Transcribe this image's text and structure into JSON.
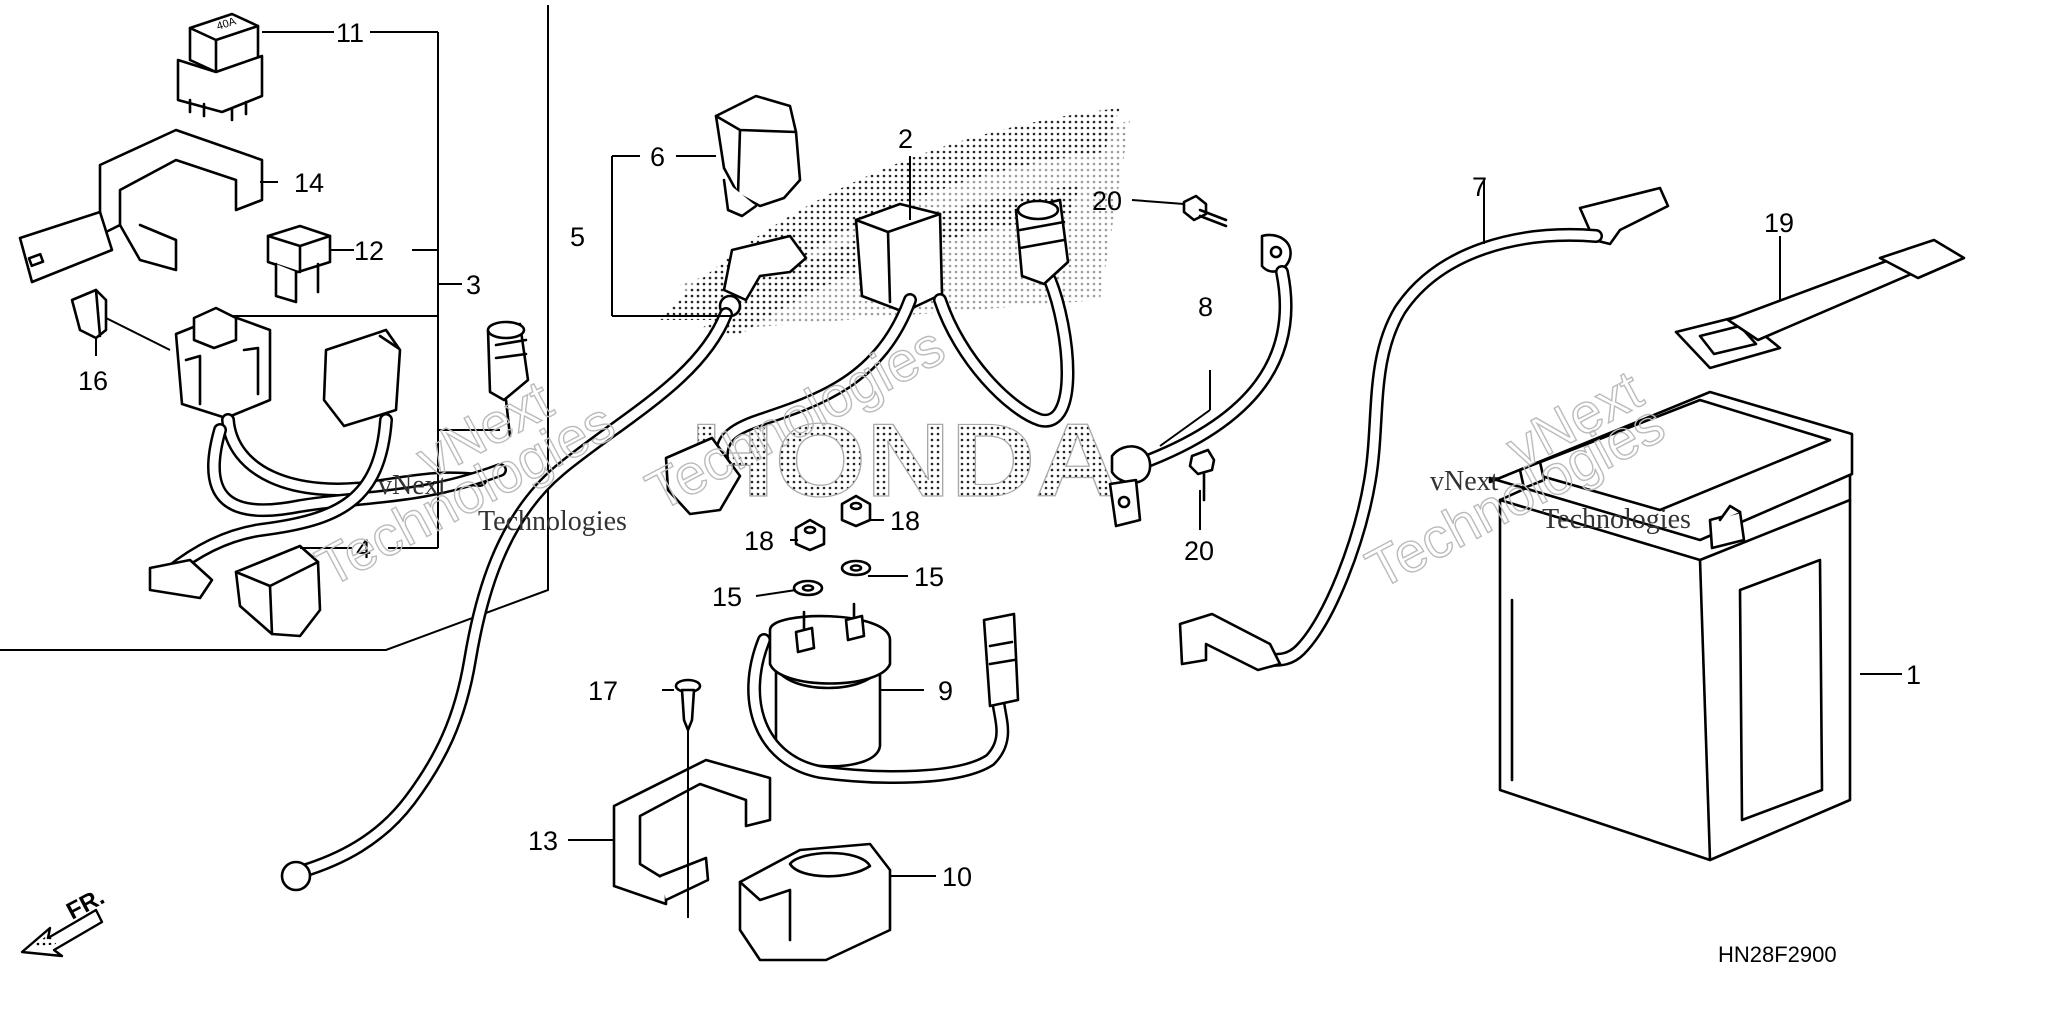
{
  "diagram": {
    "title": "",
    "diagram_code": "HN28F2900",
    "direction_mark": "FR.",
    "relay_marking": "40A",
    "brand_watermark": "HONDA",
    "watermarks": [
      {
        "line1": "vNext",
        "line2": "Technologies"
      },
      {
        "line1": "vNext",
        "line2": "Technologies"
      },
      {
        "line1": "vNext",
        "line2": "Technologies"
      }
    ],
    "callouts": [
      {
        "id": "c1",
        "number": "1",
        "part": "battery"
      },
      {
        "id": "c2",
        "number": "2",
        "part": "starter-relay-cable-cover"
      },
      {
        "id": "c3",
        "number": "3",
        "part": "sub-harness-assembly"
      },
      {
        "id": "c4",
        "number": "4",
        "part": "harness-terminal-cover"
      },
      {
        "id": "c5",
        "number": "5",
        "part": "starter-motor-cable-assembly"
      },
      {
        "id": "c6",
        "number": "6",
        "part": "terminal-cap"
      },
      {
        "id": "c7",
        "number": "7",
        "part": "battery-positive-cable"
      },
      {
        "id": "c8",
        "number": "8",
        "part": "battery-negative-cable"
      },
      {
        "id": "c9",
        "number": "9",
        "part": "starter-magnetic-switch"
      },
      {
        "id": "c10",
        "number": "10",
        "part": "starter-relay-cover"
      },
      {
        "id": "c11",
        "number": "11",
        "part": "main-fuse-relay"
      },
      {
        "id": "c12",
        "number": "12",
        "part": "fuse"
      },
      {
        "id": "c13",
        "number": "13",
        "part": "relay-bracket"
      },
      {
        "id": "c14",
        "number": "14",
        "part": "relay-holder-bracket"
      },
      {
        "id": "c15a",
        "number": "15",
        "part": "washer-left"
      },
      {
        "id": "c15b",
        "number": "15",
        "part": "washer-right"
      },
      {
        "id": "c16",
        "number": "16",
        "part": "clip"
      },
      {
        "id": "c17",
        "number": "17",
        "part": "tapping-screw"
      },
      {
        "id": "c18a",
        "number": "18",
        "part": "nut-left"
      },
      {
        "id": "c18b",
        "number": "18",
        "part": "nut-right"
      },
      {
        "id": "c19",
        "number": "19",
        "part": "battery-band"
      },
      {
        "id": "c20a",
        "number": "20",
        "part": "bolt-upper"
      },
      {
        "id": "c20b",
        "number": "20",
        "part": "bolt-lower"
      }
    ]
  }
}
